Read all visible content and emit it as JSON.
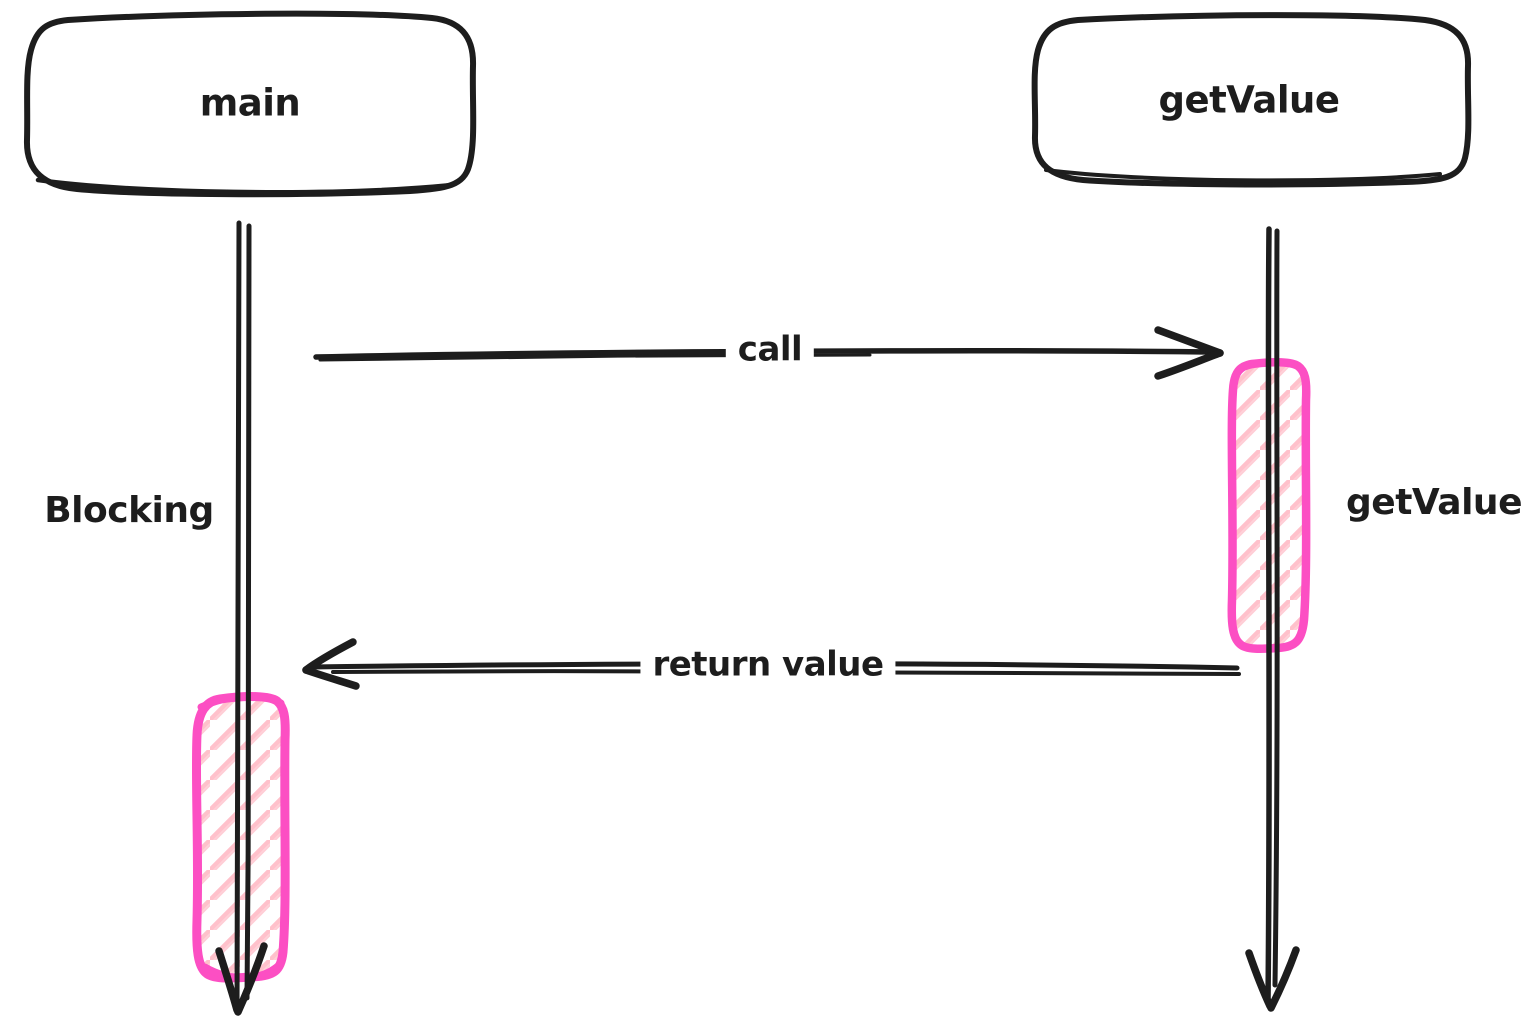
{
  "diagram": {
    "type": "sequence-diagram",
    "style": "hand-drawn",
    "background": "#ffffff",
    "colors": {
      "stroke": "#1d1d1d",
      "activation_border": "#fc4fc3",
      "activation_hatch": "#ffc1cb"
    },
    "actors": [
      {
        "id": "main",
        "label": "main"
      },
      {
        "id": "getValue",
        "label": "getValue"
      }
    ],
    "messages": [
      {
        "from": "main",
        "to": "getValue",
        "label": "call"
      },
      {
        "from": "getValue",
        "to": "main",
        "label": "return value"
      }
    ],
    "activations": [
      {
        "lifeline": "getValue",
        "hatched": true
      },
      {
        "lifeline": "main",
        "hatched": true
      }
    ],
    "annotations": [
      {
        "label": "Blocking",
        "attached_to": "main-lifeline"
      },
      {
        "label": "getValue",
        "attached_to": "getValue-activation"
      }
    ]
  }
}
